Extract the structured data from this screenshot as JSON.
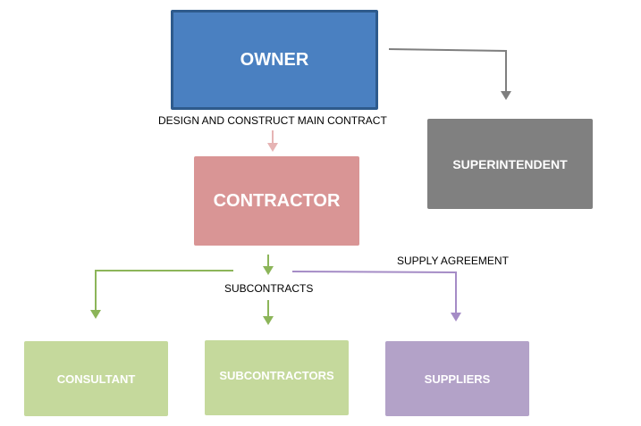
{
  "colors": {
    "owner": "#4a80c1",
    "owner_border": "#2e5a8c",
    "contractor": "#d99595",
    "superintendent": "#808080",
    "green_box": "#c5d99c",
    "supplier_box": "#b3a2c8",
    "gray_arrow": "#7f7f7f",
    "pink_arrow": "#e6b4b4",
    "green_arrow": "#8cb559",
    "purple_arrow": "#a58cc6"
  },
  "nodes": {
    "owner": "OWNER",
    "contractor": "CONTRACTOR",
    "superintendent": "SUPERINTENDENT",
    "consultant": "CONSULTANT",
    "subcontractors": "SUBCONTRACTORS",
    "suppliers": "SUPPLIERS"
  },
  "edge_labels": {
    "design_construct": "DESIGN AND CONSTRUCT MAIN CONTRACT",
    "subcontracts": "SUBCONTRACTS",
    "supply_agreement": "SUPPLY AGREEMENT"
  }
}
